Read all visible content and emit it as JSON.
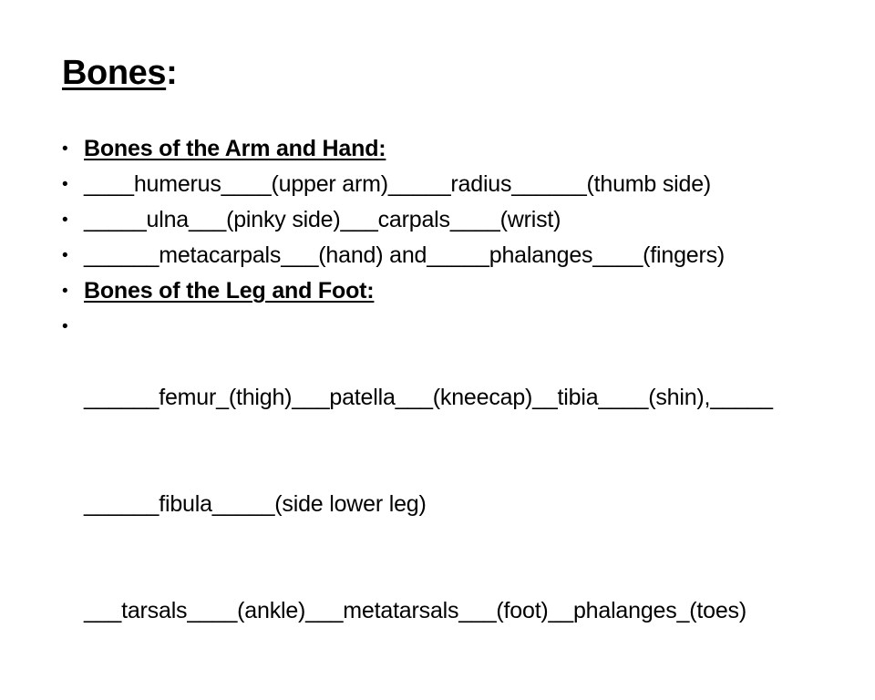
{
  "slide": {
    "background_color": "#ffffff",
    "text_color": "#000000",
    "title": {
      "underlined_part": "Bones",
      "trailing_part": ":",
      "full_text": "Bones:"
    },
    "bullet_char": "•",
    "items": [
      {
        "id": "arm-hand-header",
        "style": "bold-underline",
        "text": "Bones of the Arm and Hand:"
      },
      {
        "id": "humerus-radius-line",
        "style": "plain",
        "text": "____humerus____(upper arm)_____radius______(thumb side)"
      },
      {
        "id": "ulna-carpals-line",
        "style": "plain",
        "text": "_____ulna___(pinky side)___carpals____(wrist)"
      },
      {
        "id": "metacarpals-phalanges-line",
        "style": "plain",
        "text": "______metacarpals___(hand) and_____phalanges____(fingers)"
      },
      {
        "id": "leg-foot-header",
        "style": "bold-underline",
        "text": "Bones of the Leg and Foot:"
      },
      {
        "id": "leg-foot-blanks",
        "style": "plain-wrapped",
        "line1": "______femur_(thigh)___patella___(kneecap)__tibia____(shin),_____",
        "line2": "______fibula_____(side lower leg)",
        "line3": "___tarsals____(ankle)___metatarsals___(foot)__phalanges_(toes)"
      }
    ]
  }
}
